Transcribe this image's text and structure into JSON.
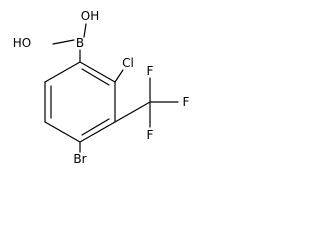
{
  "molecule": {
    "atoms": {
      "oh_top": "OH",
      "oh_left": "HO",
      "boron": "B",
      "chlorine": "Cl",
      "bromine": "Br",
      "fluorine_top": "F",
      "fluorine_right": "F",
      "fluorine_bottom": "F"
    }
  }
}
